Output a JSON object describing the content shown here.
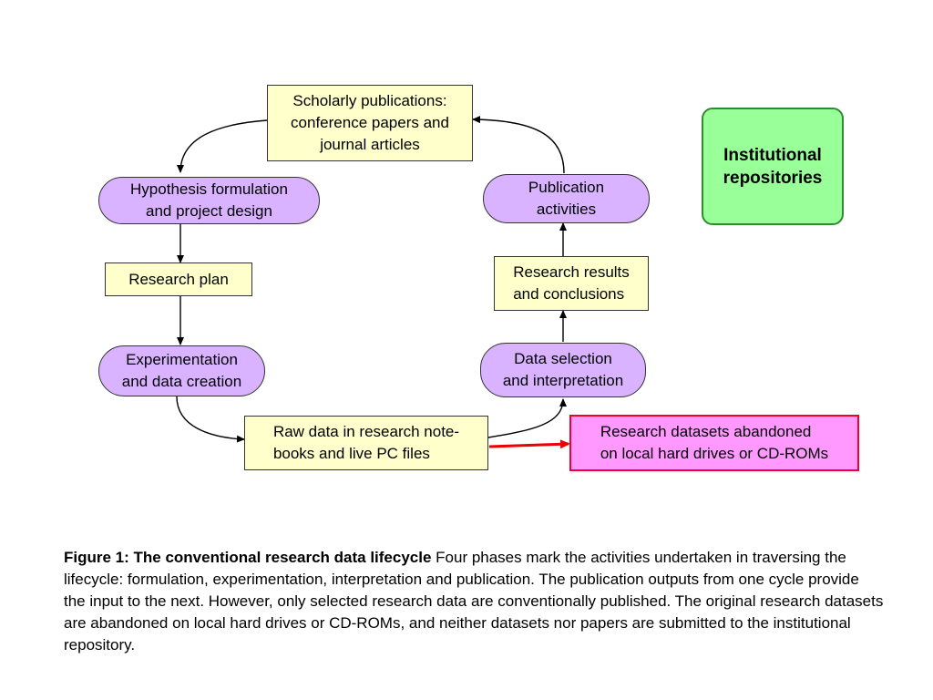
{
  "diagram": {
    "nodes": {
      "publications": "Scholarly publications:\nconference papers and\njournal articles",
      "hypothesis": "Hypothesis formulation\nand project design",
      "research_plan": "Research plan",
      "experimentation": "Experimentation\nand data creation",
      "raw_data": "Raw data in research note-\nbooks and live PC files",
      "data_selection": "Data selection\nand interpretation",
      "results": "Research results\nand conclusions",
      "publication_activities": "Publication\nactivities",
      "repositories": "Institutional\nrepositories",
      "abandoned": "Research datasets abandoned\non local hard drives or CD-ROMs"
    },
    "colors": {
      "note_fill": "#ffffcc",
      "activity_fill": "#d9b3ff",
      "repository_fill": "#99ff99",
      "abandoned_fill": "#ff99ff",
      "abandoned_arrow": "#ee0000"
    }
  },
  "caption": {
    "title": "Figure 1: The conventional research data lifecycle",
    "body": "   Four phases mark the activities undertaken in traversing the lifecycle: formulation, experimentation, interpretation and publication.  The publication outputs from one cycle provide the input to the next.  However, only selected research data are conventionally published.  The original research datasets are abandoned on local hard drives or CD-ROMs, and neither datasets nor papers are submitted to the institutional repository."
  }
}
